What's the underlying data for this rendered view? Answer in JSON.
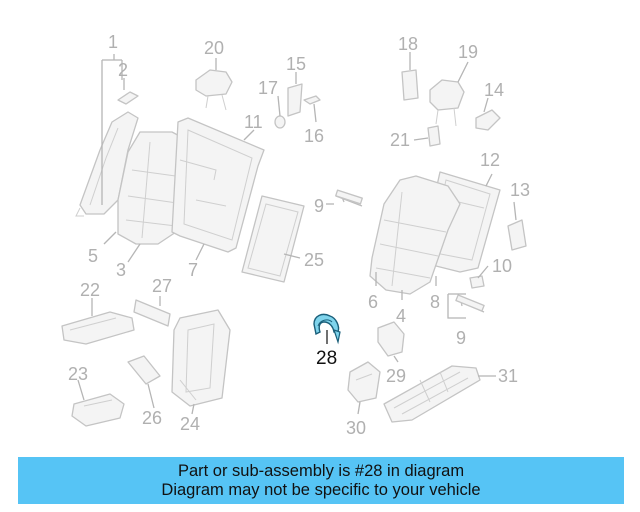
{
  "colors": {
    "banner_bg": "#56c4f5",
    "highlight_fill": "#7fd4ec",
    "highlight_stroke": "#1a5f7a",
    "part_stroke": "#c4c4c4"
  },
  "callouts": [
    "1",
    "2",
    "3",
    "4",
    "5",
    "6",
    "7",
    "8",
    "9",
    "9",
    "10",
    "11",
    "12",
    "13",
    "14",
    "15",
    "16",
    "17",
    "18",
    "19",
    "20",
    "21",
    "22",
    "23",
    "24",
    "25",
    "26",
    "27",
    "29",
    "30",
    "31"
  ],
  "highlighted_part": {
    "label": "28"
  },
  "banner": {
    "line1": "Part or sub-assembly is #28 in diagram",
    "line2": "Diagram may not be specific to your vehicle"
  }
}
